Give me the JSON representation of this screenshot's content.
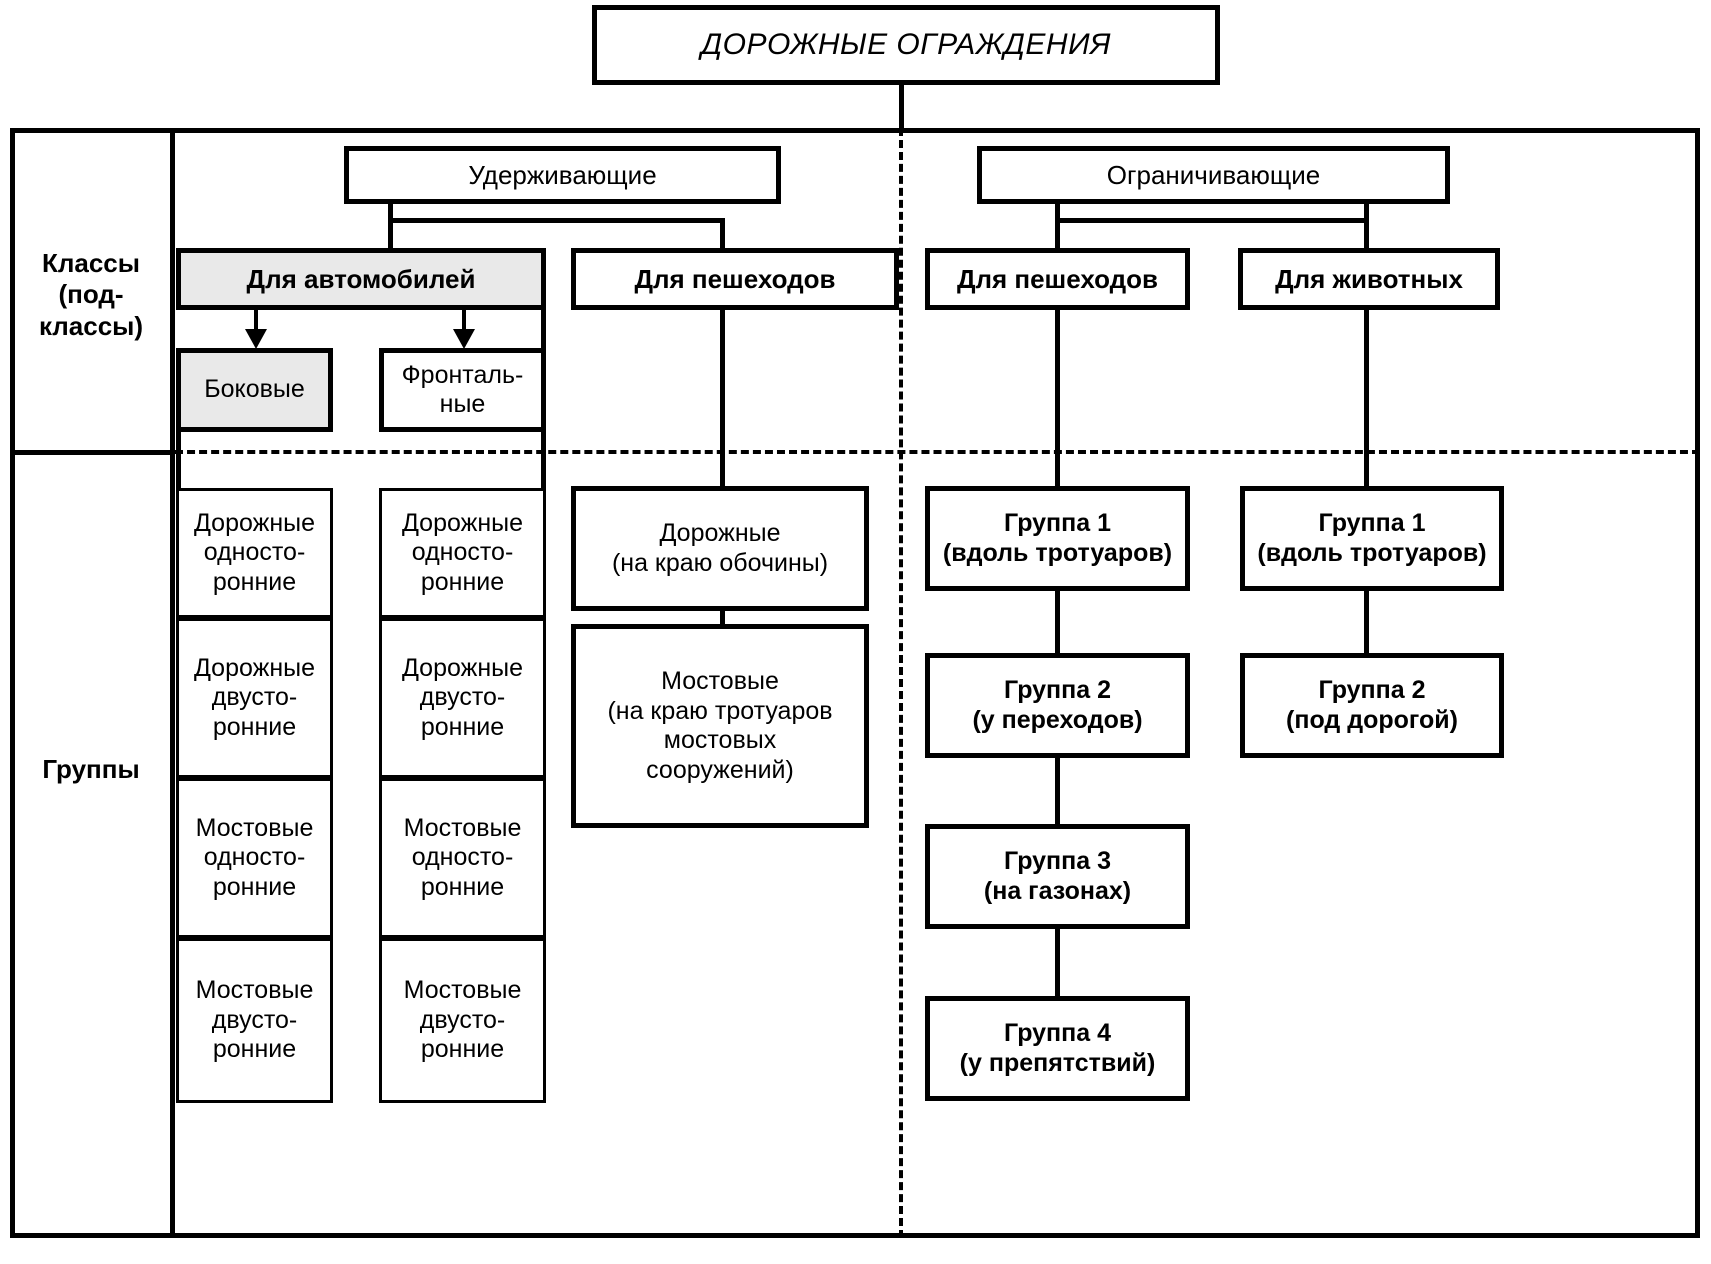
{
  "diagram": {
    "title": "ДОРОЖНЫЕ ОГРАЖДЕНИЯ",
    "row_labels": {
      "classes": "Классы\n(под-\nклассы)",
      "classes_l1": "Классы",
      "classes_l2": "(под-",
      "classes_l3": "классы)",
      "groups": "Группы"
    },
    "level1": {
      "holding": "Удерживающие",
      "limiting": "Ограничивающие"
    },
    "level2": {
      "for_cars": "Для автомобилей",
      "for_pedestrians_hold": "Для пешеходов",
      "for_pedestrians_limit": "Для пешеходов",
      "for_animals": "Для животных"
    },
    "level3": {
      "side": "Боковые",
      "frontal_l1": "Фронталь-",
      "frontal_l2": "ные"
    },
    "groups": {
      "cars_side": [
        {
          "l1": "Дорожные",
          "l2": "односто-",
          "l3": "ронние"
        },
        {
          "l1": "Дорожные",
          "l2": "двусто-",
          "l3": "ронние"
        },
        {
          "l1": "Мостовые",
          "l2": "односто-",
          "l3": "ронние"
        },
        {
          "l1": "Мостовые",
          "l2": "двусто-",
          "l3": "ронние"
        }
      ],
      "cars_frontal": [
        {
          "l1": "Дорожные",
          "l2": "односто-",
          "l3": "ронние"
        },
        {
          "l1": "Дорожные",
          "l2": "двусто-",
          "l3": "ронние"
        },
        {
          "l1": "Мостовые",
          "l2": "односто-",
          "l3": "ронние"
        },
        {
          "l1": "Мостовые",
          "l2": "двусто-",
          "l3": "ронние"
        }
      ],
      "pedestrians_hold": [
        {
          "l1": "Дорожные",
          "l2": "(на краю обочины)"
        },
        {
          "l1": "Мостовые",
          "l2": "(на краю тротуаров",
          "l3": "мостовых",
          "l4": "сооружений)"
        }
      ],
      "pedestrians_limit": [
        {
          "l1": "Группа 1",
          "l2": "(вдоль тротуаров)"
        },
        {
          "l1": "Группа 2",
          "l2": "(у переходов)"
        },
        {
          "l1": "Группа 3",
          "l2": "(на газонах)"
        },
        {
          "l1": "Группа 4",
          "l2": "(у препятствий)"
        }
      ],
      "animals": [
        {
          "l1": "Группа 1",
          "l2": "(вдоль тротуаров)"
        },
        {
          "l1": "Группа 2",
          "l2": "(под дорогой)"
        }
      ]
    },
    "colors": {
      "line": "#000000",
      "background": "#ffffff",
      "shaded_box": "#e9e9e9"
    }
  }
}
